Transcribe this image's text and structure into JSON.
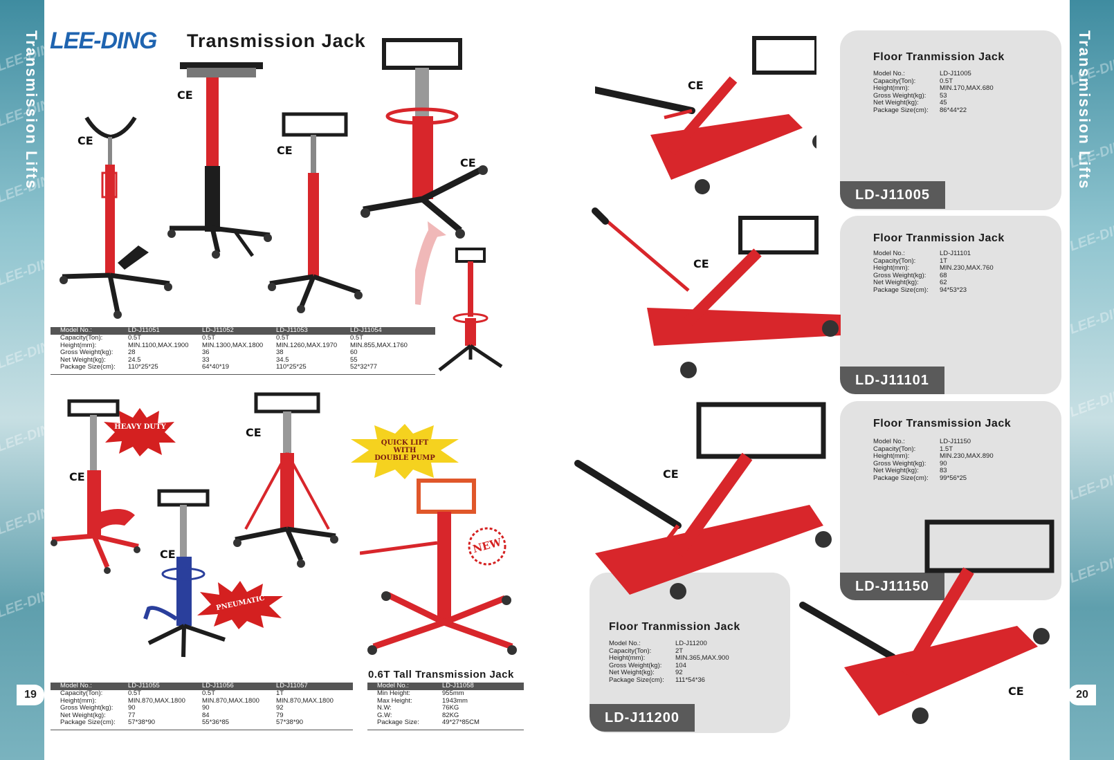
{
  "brand": "LEE-DING",
  "side_title": "Transmission Lifts",
  "watermark": "LEE-DING",
  "page_left": "19",
  "page_right": "20",
  "heading": "Transmission Jack",
  "ce_mark": "CE",
  "bursts": {
    "heavy_duty": "HEAVY DUTY",
    "pneumatic": "PNEUMATIC",
    "quick_lift_line1": "QUICK LIFT",
    "quick_lift_line2": "WITH",
    "quick_lift_line3": "DOUBLE PUMP",
    "new": "NEW"
  },
  "tall_jack_title": "0.6T Tall Transmission Jack",
  "table_top": {
    "labels": [
      "Model No.:",
      "Capacity(Ton):",
      "Height(mm):",
      "Gross Weight(kg):",
      "Net Weight(kg):",
      "Package Size(cm):"
    ],
    "cols": [
      [
        "LD-J11051",
        "0.5T",
        "MIN.1100,MAX.1900",
        "28",
        "24.5",
        "110*25*25"
      ],
      [
        "LD-J11052",
        "0.5T",
        "MIN.1300,MAX.1800",
        "36",
        "33",
        "64*40*19"
      ],
      [
        "LD-J11053",
        "0.5T",
        "MIN.1260,MAX.1970",
        "38",
        "34.5",
        "110*25*25"
      ],
      [
        "LD-J11054",
        "0.5T",
        "MIN.855,MAX.1760",
        "60",
        "55",
        "52*32*77"
      ]
    ]
  },
  "table_bottom": {
    "labels": [
      "Model No.:",
      "Capacity(Ton):",
      "Height(mm):",
      "Gross Weight(kg):",
      "Net Weight(kg):",
      "Package Size(cm):"
    ],
    "cols": [
      [
        "LD-J11055",
        "0.5T",
        "MIN.870,MAX.1800",
        "90",
        "77",
        "57*38*90"
      ],
      [
        "LD-J11056",
        "0.5T",
        "MIN.870,MAX.1800",
        "90",
        "84",
        "55*36*85"
      ],
      [
        "LD-J11057",
        "1T",
        "MIN.870,MAX.1800",
        "92",
        "79",
        "57*38*90"
      ]
    ]
  },
  "table_tall": {
    "labels": [
      "Model No.:",
      "Min Height:",
      "Max Height:",
      "N.W:",
      "G.W:",
      "Package Size:"
    ],
    "values": [
      "LD-J11058",
      "955mm",
      "1943mm",
      "76KG",
      "82KG",
      "49*27*85CM"
    ]
  },
  "cards": [
    {
      "title": "Floor Tranmission Jack",
      "model_tag": "LD-J11005",
      "labels": [
        "Model No.:",
        "Capacity(Ton):",
        "Height(mm):",
        "Gross Weight(kg):",
        "Net Weight(kg):",
        "Package Size(cm):"
      ],
      "values": [
        "LD-J11005",
        "0.5T",
        "MIN.170,MAX.680",
        "53",
        "45",
        "86*44*22"
      ]
    },
    {
      "title": "Floor Tranmission Jack",
      "model_tag": "LD-J11101",
      "labels": [
        "Model No.:",
        "Capacity(Ton):",
        "Height(mm):",
        "Gross Weight(kg):",
        "Net Weight(kg):",
        "Package Size(cm):"
      ],
      "values": [
        "LD-J11101",
        "1T",
        "MIN.230,MAX.760",
        "68",
        "62",
        "94*53*23"
      ]
    },
    {
      "title": "Floor Transmission Jack",
      "model_tag": "LD-J11150",
      "labels": [
        "Model No.:",
        "Capacity(Ton):",
        "Height(mm):",
        "Gross Weight(kg):",
        "Net Weight(kg):",
        "Package Size(cm):"
      ],
      "values": [
        "LD-J11150",
        "1.5T",
        "MIN.230,MAX.890",
        "90",
        "83",
        "99*56*25"
      ]
    },
    {
      "title": "Floor Tranmission Jack",
      "model_tag": "LD-J11200",
      "labels": [
        "Model No.:",
        "Capacity(Ton):",
        "Height(mm):",
        "Gross Weight(kg):",
        "Net Weight(kg):",
        "Package Size(cm):"
      ],
      "values": [
        "LD-J11200",
        "2T",
        "MIN.365,MAX.900",
        "104",
        "92",
        "111*54*36"
      ]
    }
  ],
  "colors": {
    "jack_red": "#d8262b",
    "jack_black": "#1d1d1d",
    "jack_blue": "#2a3f9c",
    "card_bg": "#e2e2e2",
    "tag_bg": "#5a5a5a",
    "brand_blue": "#1f64b0",
    "burst_red": "#d42020",
    "burst_yellow": "#f5d21f"
  }
}
